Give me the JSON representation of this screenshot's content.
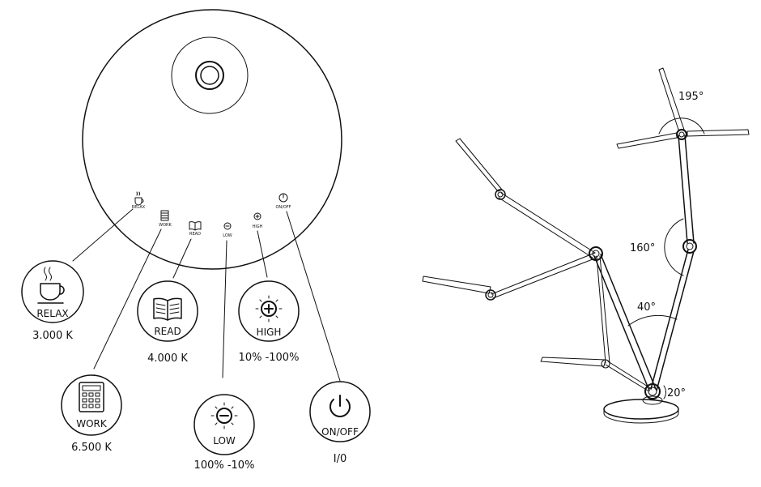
{
  "panel": {
    "tiny": {
      "relax": "RELAX",
      "work": "WORK",
      "read": "READ",
      "low": "LOW",
      "high": "HIGH",
      "onoff": "ON/OFF"
    }
  },
  "callouts": {
    "relax": {
      "label": "RELAX",
      "value": "3.000 K"
    },
    "work": {
      "label": "WORK",
      "value": "6.500 K"
    },
    "read": {
      "label": "READ",
      "value": "4.000 K"
    },
    "low": {
      "label": "LOW",
      "value": "100% -10%"
    },
    "high": {
      "label": "HIGH",
      "value": "10% -100%"
    },
    "onoff": {
      "label": "ON/OFF",
      "value": "I/0"
    }
  },
  "angles": {
    "head": "195°",
    "upper": "160°",
    "lower": "40°",
    "base": "20°"
  },
  "icons": [
    "coffee-cup-icon",
    "calculator-icon",
    "open-book-icon",
    "brightness-down-icon",
    "brightness-up-icon",
    "power-icon"
  ]
}
